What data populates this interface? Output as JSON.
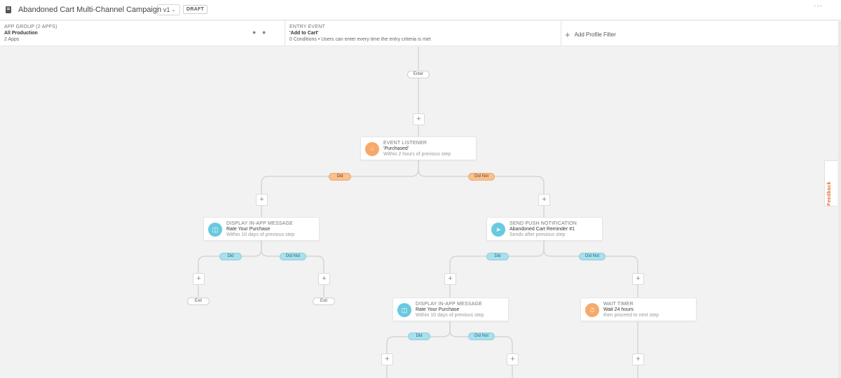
{
  "header": {
    "title": "Abandoned Cart Multi-Channel Campaign",
    "version": "v1",
    "status": "DRAFT",
    "more_icon": "more-horizontal-icon"
  },
  "info": {
    "app_group": {
      "label": "APP GROUP (2 APPS)",
      "value": "All Production",
      "sub": "2 Apps",
      "icons": [
        "android-icon",
        "apple-icon"
      ]
    },
    "entry_event": {
      "label": "ENTRY EVENT",
      "value": "'Add to Cart'",
      "sub": "0 Conditions • Users can enter every time the entry criteria is met"
    },
    "add_filter": "Add Profile Filter"
  },
  "canvas": {
    "enter": "Enter",
    "plus_symbol": "+",
    "nodes": {
      "event_listener": {
        "type": "EVENT LISTENER",
        "name": "'Purchased'",
        "desc": "Within 2 hours of previous step"
      },
      "inapp_1": {
        "type": "DISPLAY IN-APP MESSAGE",
        "name": "Rate Your Purchase",
        "desc": "Within 10 days of previous step"
      },
      "push_1": {
        "type": "SEND PUSH NOTIFICATION",
        "name": "Abandoned Cart Reminder #1",
        "desc": "Sends after previous step"
      },
      "inapp_2": {
        "type": "DISPLAY IN-APP MESSAGE",
        "name": "Rate Your Purchase",
        "desc": "Within 10 days of previous step"
      },
      "wait_timer": {
        "type": "WAIT TIMER",
        "name": "Wait 24 hours",
        "desc": "then proceed to next step"
      }
    },
    "branches": {
      "did": "Did",
      "did_not": "Did Not"
    },
    "exit": "Exit"
  },
  "feedback": "Feedback",
  "colors": {
    "orange": "#f6a96a",
    "blue": "#68c9e0",
    "orange_pill": "#f8c18e",
    "blue_pill": "#a9e0ee"
  }
}
